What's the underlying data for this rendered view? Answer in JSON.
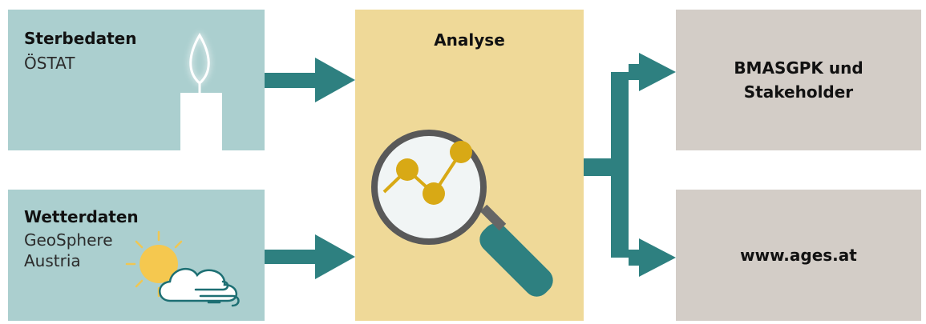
{
  "sources": [
    {
      "title": "Sterbedaten",
      "lines": [
        "ÖSTAT"
      ],
      "icon": "candle-icon"
    },
    {
      "title": "Wetterdaten",
      "lines": [
        "GeoSphere",
        "Austria"
      ],
      "icon": "sun-cloud-wind-icon"
    }
  ],
  "analysis": {
    "title": "Analyse",
    "icon": "magnifier-chart-icon"
  },
  "destinations": [
    {
      "lines": [
        "BMASGPK und",
        "Stakeholder"
      ]
    },
    {
      "lines": [
        "www.ages.at"
      ]
    }
  ],
  "colors": {
    "source_box": "#abcfcf",
    "analysis_box": "#efd998",
    "destination_box": "#d3cdc7",
    "arrow": "#2e8080",
    "chart_dots": "#d8a915"
  }
}
